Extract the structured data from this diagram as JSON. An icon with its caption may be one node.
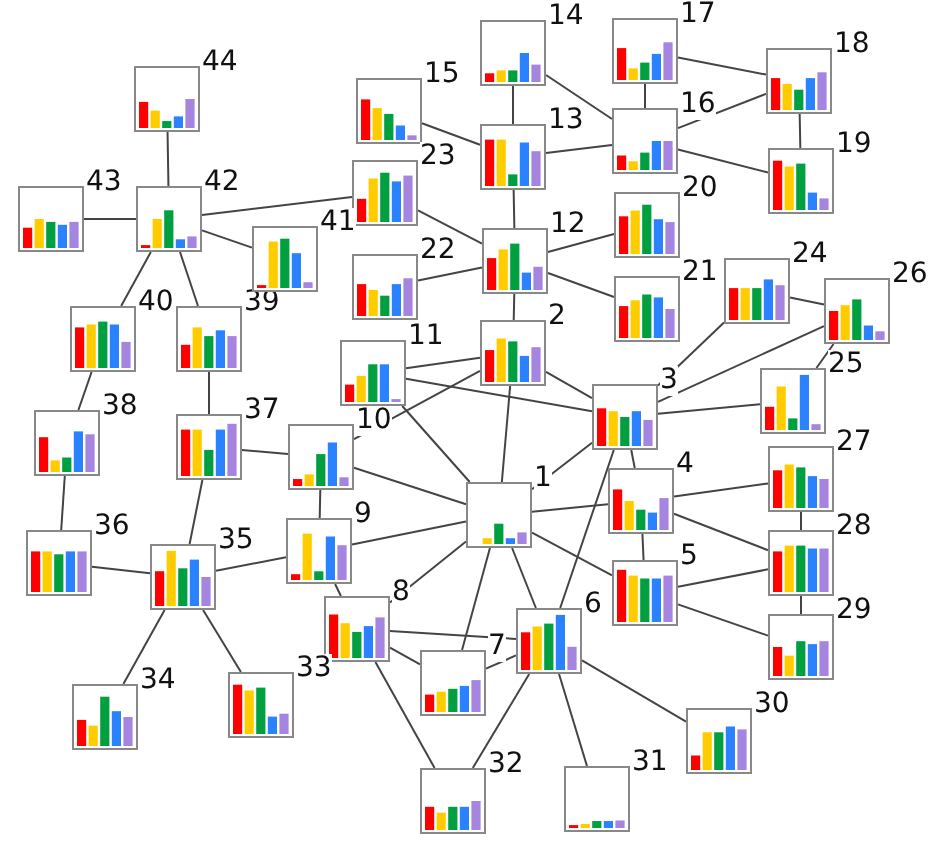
{
  "diagram": {
    "nodes": [
      {
        "text": [
          "1"
        ]
      },
      {
        "text": [
          "2"
        ]
      },
      {
        "text": [
          "3"
        ]
      },
      {
        "text": [
          "4"
        ]
      },
      {
        "text": [
          "5"
        ]
      },
      {
        "text": [
          "6"
        ]
      },
      {
        "text": [
          "7"
        ]
      },
      {
        "text": [
          "8"
        ]
      },
      {
        "text": [
          "9"
        ]
      },
      {
        "text": [
          "10"
        ]
      },
      {
        "text": [
          "11"
        ]
      },
      {
        "text": [
          "12"
        ]
      },
      {
        "text": [
          "13"
        ]
      },
      {
        "text": [
          "14"
        ]
      },
      {
        "text": [
          "15"
        ]
      },
      {
        "text": [
          "16"
        ]
      },
      {
        "text": [
          "17"
        ]
      },
      {
        "text": [
          "18"
        ]
      },
      {
        "text": [
          "19"
        ]
      },
      {
        "text": [
          "20"
        ]
      },
      {
        "text": [
          "21"
        ]
      },
      {
        "text": [
          "22"
        ]
      },
      {
        "text": [
          "23"
        ]
      },
      {
        "text": [
          "24"
        ]
      },
      {
        "text": [
          "25"
        ]
      },
      {
        "text": [
          "26"
        ]
      },
      {
        "text": [
          "27"
        ]
      },
      {
        "text": [
          "28"
        ]
      },
      {
        "text": [
          "29"
        ]
      },
      {
        "text": [
          "30"
        ]
      },
      {
        "text": [
          "31"
        ]
      },
      {
        "text": [
          "32"
        ]
      },
      {
        "text": [
          "33"
        ]
      },
      {
        "text": [
          "34"
        ]
      },
      {
        "text": [
          "35"
        ]
      },
      {
        "text": [
          "36"
        ]
      },
      {
        "text": [
          "37"
        ]
      },
      {
        "text": [
          "38"
        ]
      },
      {
        "text": [
          "39"
        ]
      },
      {
        "text": [
          "40"
        ]
      },
      {
        "text": [
          "41"
        ]
      },
      {
        "text": [
          "42"
        ]
      },
      {
        "text": [
          "43"
        ]
      },
      {
        "text": [
          "44"
        ]
      }
    ],
    "edges": [
      {
        "from": 43,
        "to": 41,
        "arrow": "none"
      },
      {
        "from": 42,
        "to": 41,
        "arrow": "none"
      },
      {
        "from": 41,
        "to": 22,
        "arrow": "none"
      },
      {
        "from": 41,
        "to": 40,
        "arrow": "none"
      },
      {
        "from": 41,
        "to": 39,
        "arrow": "none"
      },
      {
        "from": 41,
        "to": 38,
        "arrow": "none"
      },
      {
        "from": 39,
        "to": 37,
        "arrow": "none"
      },
      {
        "from": 38,
        "to": 36,
        "arrow": "none"
      },
      {
        "from": 37,
        "to": 35,
        "arrow": "none"
      },
      {
        "from": 35,
        "to": 34,
        "arrow": "none"
      },
      {
        "from": 36,
        "to": 34,
        "arrow": "none"
      },
      {
        "from": 34,
        "to": 8,
        "arrow": "none"
      },
      {
        "from": 34,
        "to": 33,
        "arrow": "none"
      },
      {
        "from": 34,
        "to": 32,
        "arrow": "none"
      },
      {
        "from": 36,
        "to": 9,
        "arrow": "none"
      },
      {
        "from": 9,
        "to": 8,
        "arrow": "none"
      },
      {
        "from": 9,
        "to": 0,
        "arrow": "none"
      },
      {
        "from": 9,
        "to": 1,
        "arrow": "none"
      },
      {
        "from": 10,
        "to": 1,
        "arrow": "none"
      },
      {
        "from": 10,
        "to": 2,
        "arrow": "none"
      },
      {
        "from": 10,
        "to": 0,
        "arrow": "none"
      },
      {
        "from": 8,
        "to": 0,
        "arrow": "none"
      },
      {
        "from": 8,
        "to": 7,
        "arrow": "none"
      },
      {
        "from": 7,
        "to": 0,
        "arrow": "none"
      },
      {
        "from": 7,
        "to": 5,
        "arrow": "none"
      },
      {
        "from": 7,
        "to": 6,
        "arrow": "none"
      },
      {
        "from": 7,
        "to": 31,
        "arrow": "none"
      },
      {
        "from": 6,
        "to": 0,
        "arrow": "none"
      },
      {
        "from": 6,
        "to": 5,
        "arrow": "none"
      },
      {
        "from": 5,
        "to": 0,
        "arrow": "none"
      },
      {
        "from": 5,
        "to": 2,
        "arrow": "none"
      },
      {
        "from": 5,
        "to": 29,
        "arrow": "none"
      },
      {
        "from": 5,
        "to": 30,
        "arrow": "none"
      },
      {
        "from": 5,
        "to": 31,
        "arrow": "none"
      },
      {
        "from": 0,
        "to": 1,
        "arrow": "none"
      },
      {
        "from": 0,
        "to": 2,
        "arrow": "none"
      },
      {
        "from": 0,
        "to": 3,
        "arrow": "none"
      },
      {
        "from": 0,
        "to": 4,
        "arrow": "none"
      },
      {
        "from": 1,
        "to": 2,
        "arrow": "none"
      },
      {
        "from": 1,
        "to": 11,
        "arrow": "none"
      },
      {
        "from": 2,
        "to": 3,
        "arrow": "none"
      },
      {
        "from": 2,
        "to": 23,
        "arrow": "none"
      },
      {
        "from": 2,
        "to": 25,
        "arrow": "none"
      },
      {
        "from": 2,
        "to": 24,
        "arrow": "none"
      },
      {
        "from": 3,
        "to": 4,
        "arrow": "none"
      },
      {
        "from": 3,
        "to": 26,
        "arrow": "none"
      },
      {
        "from": 3,
        "to": 27,
        "arrow": "none"
      },
      {
        "from": 4,
        "to": 27,
        "arrow": "none"
      },
      {
        "from": 4,
        "to": 28,
        "arrow": "none"
      },
      {
        "from": 26,
        "to": 27,
        "arrow": "none"
      },
      {
        "from": 27,
        "to": 28,
        "arrow": "none"
      },
      {
        "from": 23,
        "to": 25,
        "arrow": "none"
      },
      {
        "from": 25,
        "to": 24,
        "arrow": "none"
      },
      {
        "from": 11,
        "to": 12,
        "arrow": "none"
      },
      {
        "from": 11,
        "to": 19,
        "arrow": "none"
      },
      {
        "from": 11,
        "to": 20,
        "arrow": "none"
      },
      {
        "from": 11,
        "to": 21,
        "arrow": "none"
      },
      {
        "from": 11,
        "to": 22,
        "arrow": "none"
      },
      {
        "from": 12,
        "to": 14,
        "arrow": "none"
      },
      {
        "from": 12,
        "to": 13,
        "arrow": "none"
      },
      {
        "from": 12,
        "to": 15,
        "arrow": "none"
      },
      {
        "from": 13,
        "to": 15,
        "arrow": "none"
      },
      {
        "from": 15,
        "to": 16,
        "arrow": "none"
      },
      {
        "from": 15,
        "to": 17,
        "arrow": "none"
      },
      {
        "from": 15,
        "to": 18,
        "arrow": "none"
      },
      {
        "from": 16,
        "to": 17,
        "arrow": "none"
      },
      {
        "from": 17,
        "to": 18,
        "arrow": "none"
      }
    ]
  }
}
